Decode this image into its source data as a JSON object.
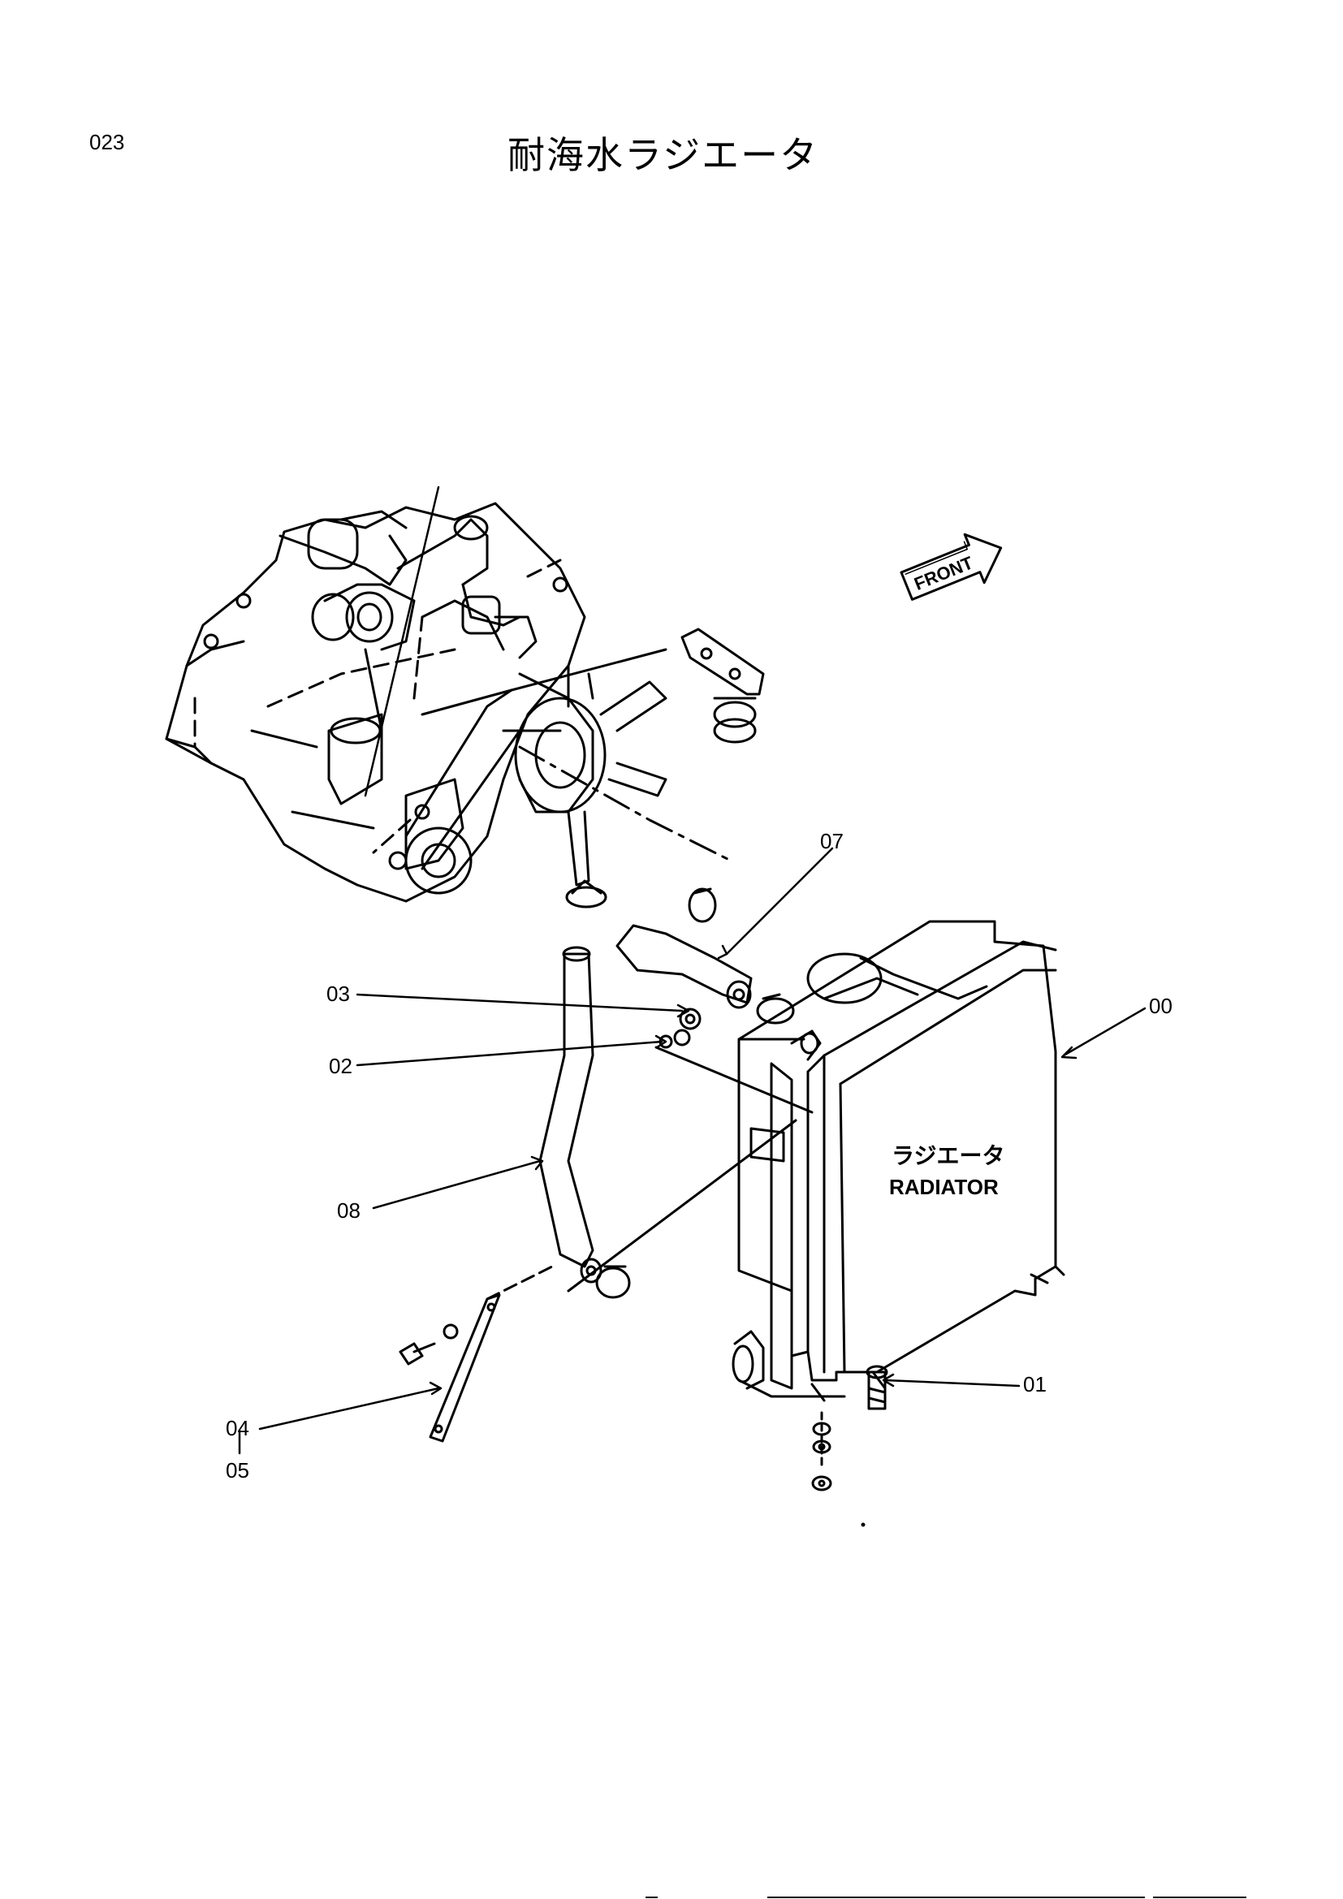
{
  "page": {
    "number": "023",
    "title": "耐海水ラジエータ"
  },
  "diagram": {
    "front_label": "FRONT",
    "radiator_label_jp": "ラジエータ",
    "radiator_label_en": "RADIATOR",
    "callouts": {
      "c00": "00",
      "c01": "01",
      "c02": "02",
      "c03": "03",
      "c04": "04",
      "c05": "05",
      "c07": "07",
      "c08": "08"
    }
  }
}
